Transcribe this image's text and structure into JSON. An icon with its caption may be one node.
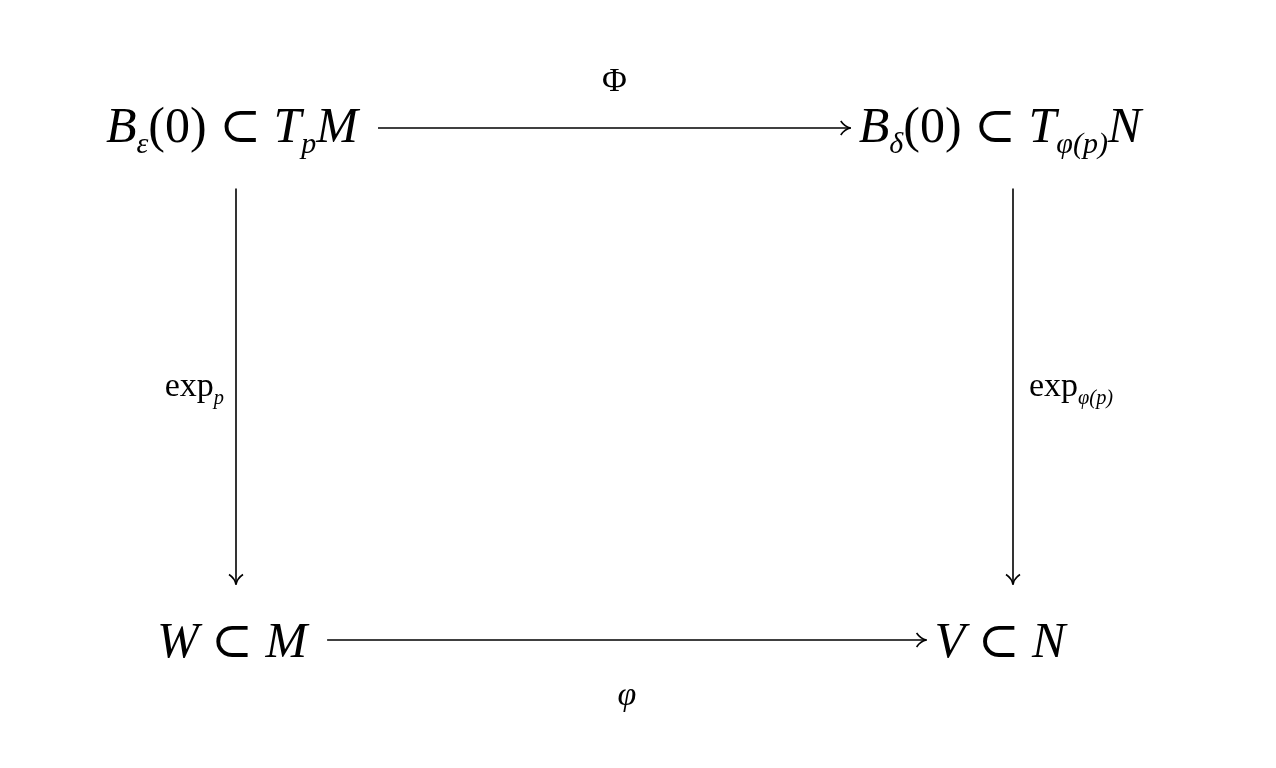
{
  "diagram": {
    "nodes": [
      {
        "text": [
          "*B*$_{ε}$(0) ⊂ *T*$_{p}$*M*"
        ]
      },
      {
        "text": [
          "*B*$_{δ}$(0) ⊂ *T*$_{φ(p)}$*N*"
        ]
      },
      {
        "text": [
          "*W* ⊂ *M*"
        ]
      },
      {
        "text": [
          "*V* ⊂ *N*"
        ]
      }
    ],
    "edges": [
      {
        "from": 0,
        "to": 1,
        "arrow": "to",
        "label": "Φ"
      },
      {
        "from": 0,
        "to": 2,
        "arrow": "to",
        "label": "exp$_{p}$"
      },
      {
        "from": 1,
        "to": 3,
        "arrow": "to",
        "label": "exp$_{φ(p)}$"
      },
      {
        "from": 2,
        "to": 3,
        "arrow": "to",
        "label": "*φ*"
      }
    ]
  }
}
